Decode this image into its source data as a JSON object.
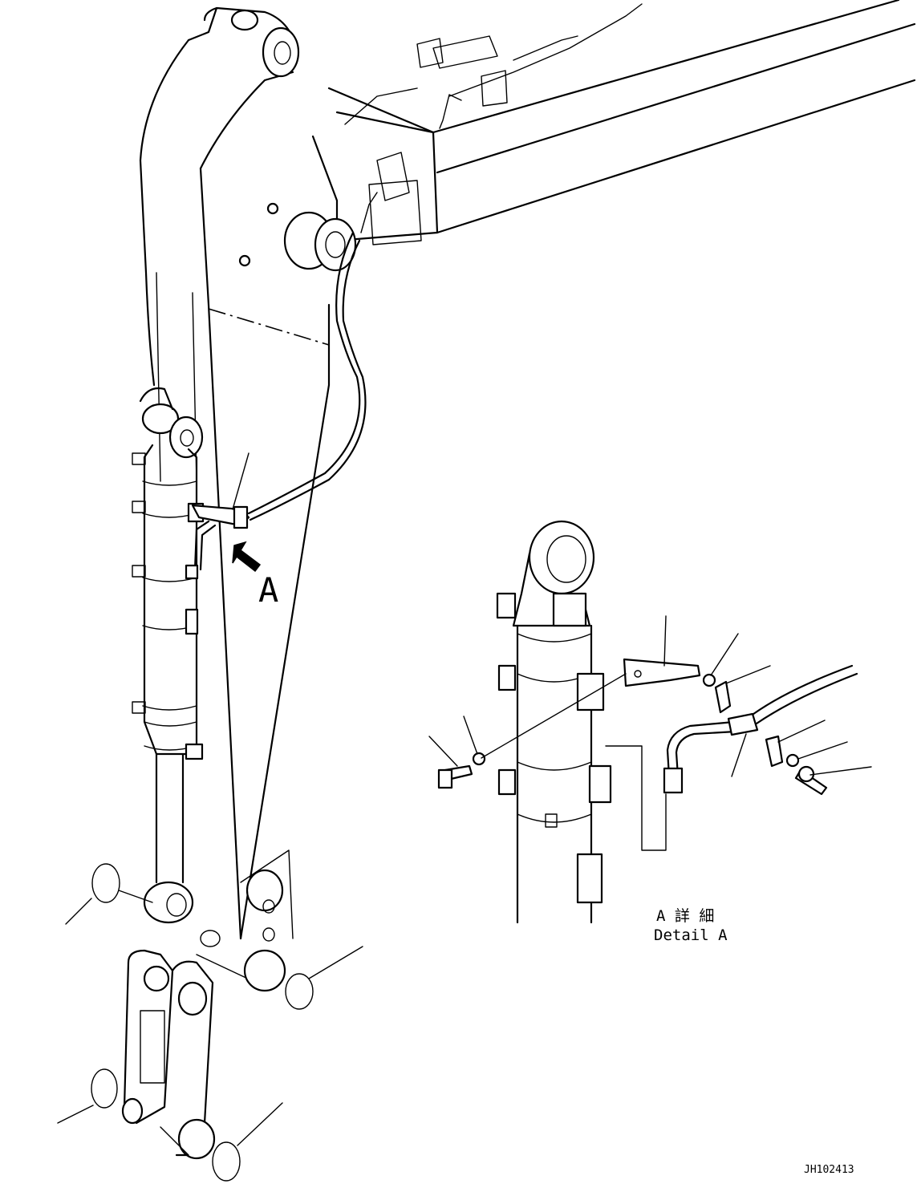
{
  "drawing": {
    "view_label": "A",
    "detail_title_jp": "A 詳 細",
    "detail_title_en": "Detail A",
    "drawing_number": "JH102413"
  },
  "colors": {
    "line": "#000000",
    "background": "#ffffff"
  }
}
